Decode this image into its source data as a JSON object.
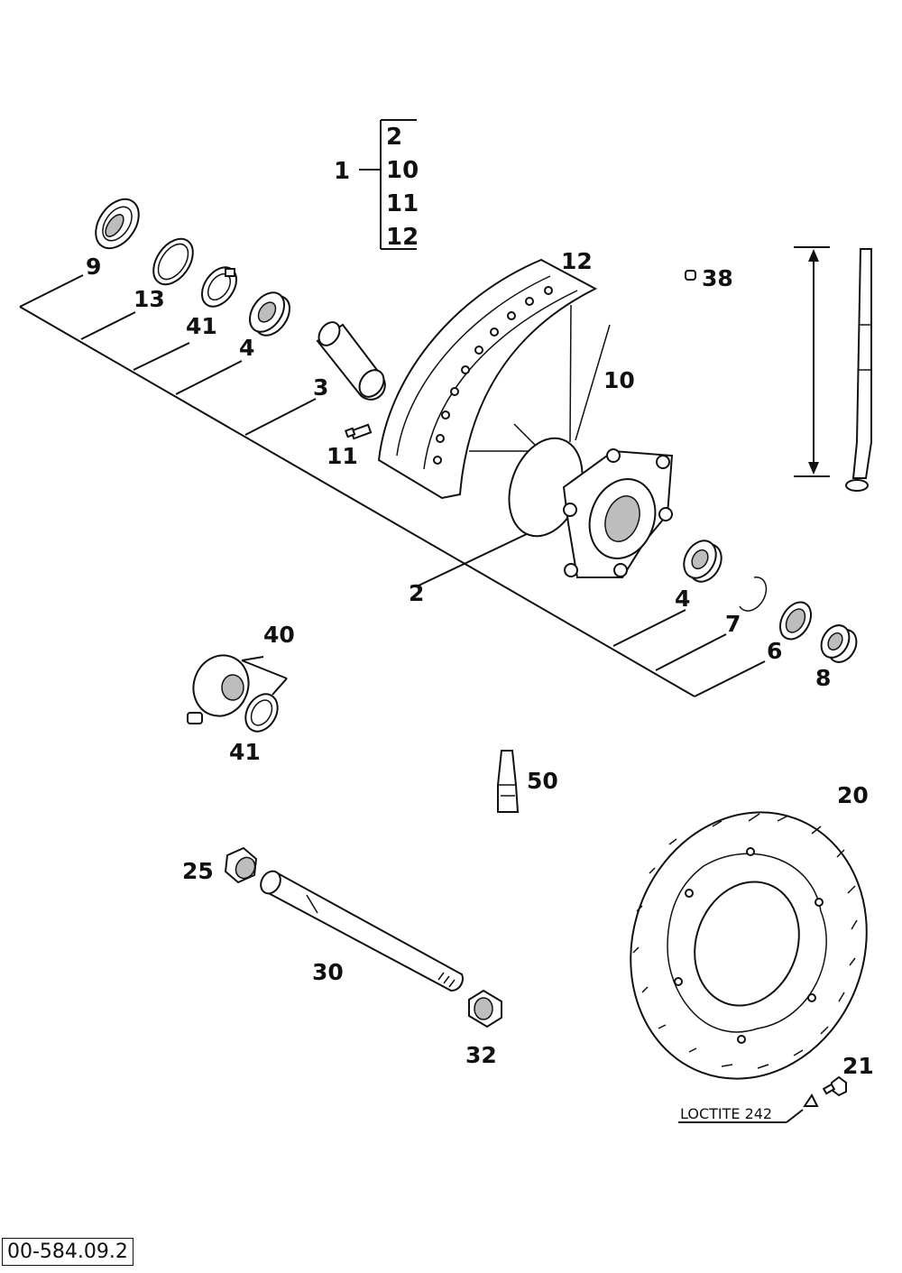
{
  "title_group": {
    "parent": "1",
    "children": [
      "2",
      "10",
      "11",
      "12"
    ]
  },
  "callouts": {
    "p9": "9",
    "p13": "13",
    "p41a": "41",
    "p4a": "4",
    "p3": "3",
    "p11": "11",
    "p12": "12",
    "p10": "10",
    "p38": "38",
    "p2": "2",
    "p4b": "4",
    "p7": "7",
    "p6": "6",
    "p8": "8",
    "p40": "40",
    "p41b": "41",
    "p50": "50",
    "p20": "20",
    "p25": "25",
    "p30": "30",
    "p32": "32",
    "p21": "21"
  },
  "note_loctite": "LOCTITE 242",
  "drawing_number": "00-584.09.2"
}
